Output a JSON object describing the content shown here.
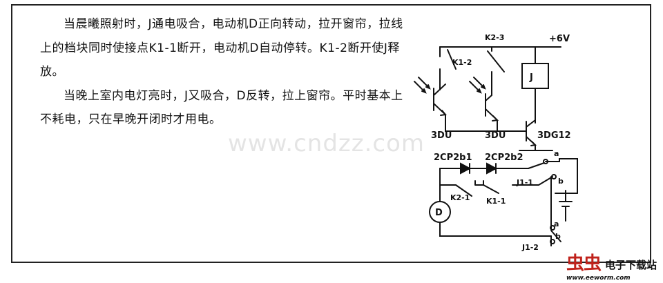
{
  "description": {
    "paragraph1": "当晨曦照射时，J通电吸合，电动机D正向转动，拉开窗帘，拉线上的档块同时使接点K1-1断开，电动机D自动停转。K1-2断开使J释放。",
    "paragraph2": "当晚上室内电灯亮时，J又吸合，D反转，拉上窗帘。平时基本上不耗电，只在早晚开闭时才用电。"
  },
  "watermark": "www.cndzz.com",
  "circuit": {
    "supply": "+6V",
    "relay": "J",
    "motor": "D",
    "transistors": [
      "3DU",
      "3DU",
      "3DG12"
    ],
    "diodes": [
      "2CP2b1",
      "2CP2b2"
    ],
    "contacts": {
      "k1_2": "K1-2",
      "k2_3": "K2-3",
      "k2_1": "K2-1",
      "k1_1": "K1-1",
      "j1_1": "J1-1",
      "j1_2": "J1-2",
      "a": "a",
      "b": "b"
    }
  },
  "brand": {
    "logo": "虫虫",
    "name": "电子下载站",
    "url": "www.eeworm.com"
  }
}
